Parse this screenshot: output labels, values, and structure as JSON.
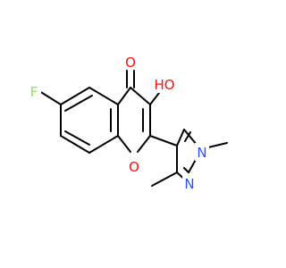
{
  "molecule": {
    "atoms": [
      {
        "id": "O4",
        "label": "O",
        "color": "#ff0d0d"
      },
      {
        "id": "OH3",
        "label": "HO",
        "color": "#ff0d0d"
      },
      {
        "id": "F6",
        "label": "F",
        "color": "#90e050"
      },
      {
        "id": "O1",
        "label": "O",
        "color": "#ff0d0d"
      },
      {
        "id": "N1p",
        "label": "N",
        "color": "#3050f8"
      },
      {
        "id": "N2p",
        "label": "N",
        "color": "#3050f8"
      }
    ],
    "bond_color": "#000000"
  }
}
